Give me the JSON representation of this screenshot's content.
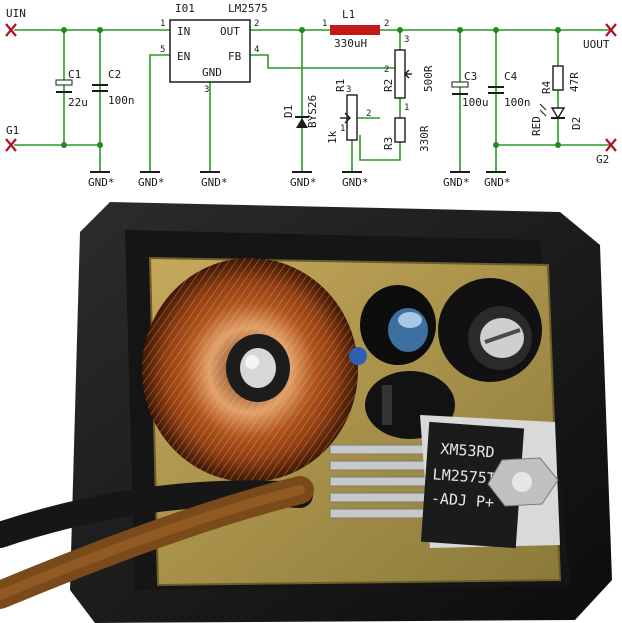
{
  "schematic": {
    "colors": {
      "wire": "#2a9a2a",
      "ink": "#1a1a1a",
      "node": "#1f8a1f",
      "inductor": "#c21a1a",
      "terminal": "#b0102a"
    },
    "terminals": {
      "vin": "UIN",
      "g1": "G1",
      "vout": "UOUT",
      "g2": "G2"
    },
    "ic": {
      "ref": "I01",
      "part": "LM2575",
      "pin_in": "IN",
      "pin_out": "OUT",
      "pin_en": "EN",
      "pin_fb": "FB",
      "pin_gnd": "GND",
      "n1": "1",
      "n2": "2",
      "n3": "3",
      "n4": "4",
      "n5": "5"
    },
    "c1": {
      "ref": "C1",
      "value": "22u"
    },
    "c2": {
      "ref": "C2",
      "value": "100n"
    },
    "l1": {
      "ref": "L1",
      "value": "330uH",
      "pin1": "1",
      "pin2": "2"
    },
    "d1": {
      "ref": "D1",
      "part": "BYS26"
    },
    "r1": {
      "ref": "R1",
      "value": "1k",
      "p1": "1",
      "p2": "2",
      "p3": "3"
    },
    "r2": {
      "ref": "R2",
      "value": "500R",
      "p1": "1",
      "p2": "2",
      "p3": "3"
    },
    "r3": {
      "ref": "R3",
      "value": "330R"
    },
    "c3": {
      "ref": "C3",
      "value": "100u"
    },
    "c4": {
      "ref": "C4",
      "value": "100n"
    },
    "r4": {
      "ref": "R4",
      "value": "47R"
    },
    "d2": {
      "ref": "D2",
      "color": "RED"
    },
    "gnd": "GND*"
  },
  "photo": {
    "chip_line1": "XM53RD",
    "chip_line2": "LM2575T",
    "chip_line3": "-ADJ P+"
  }
}
